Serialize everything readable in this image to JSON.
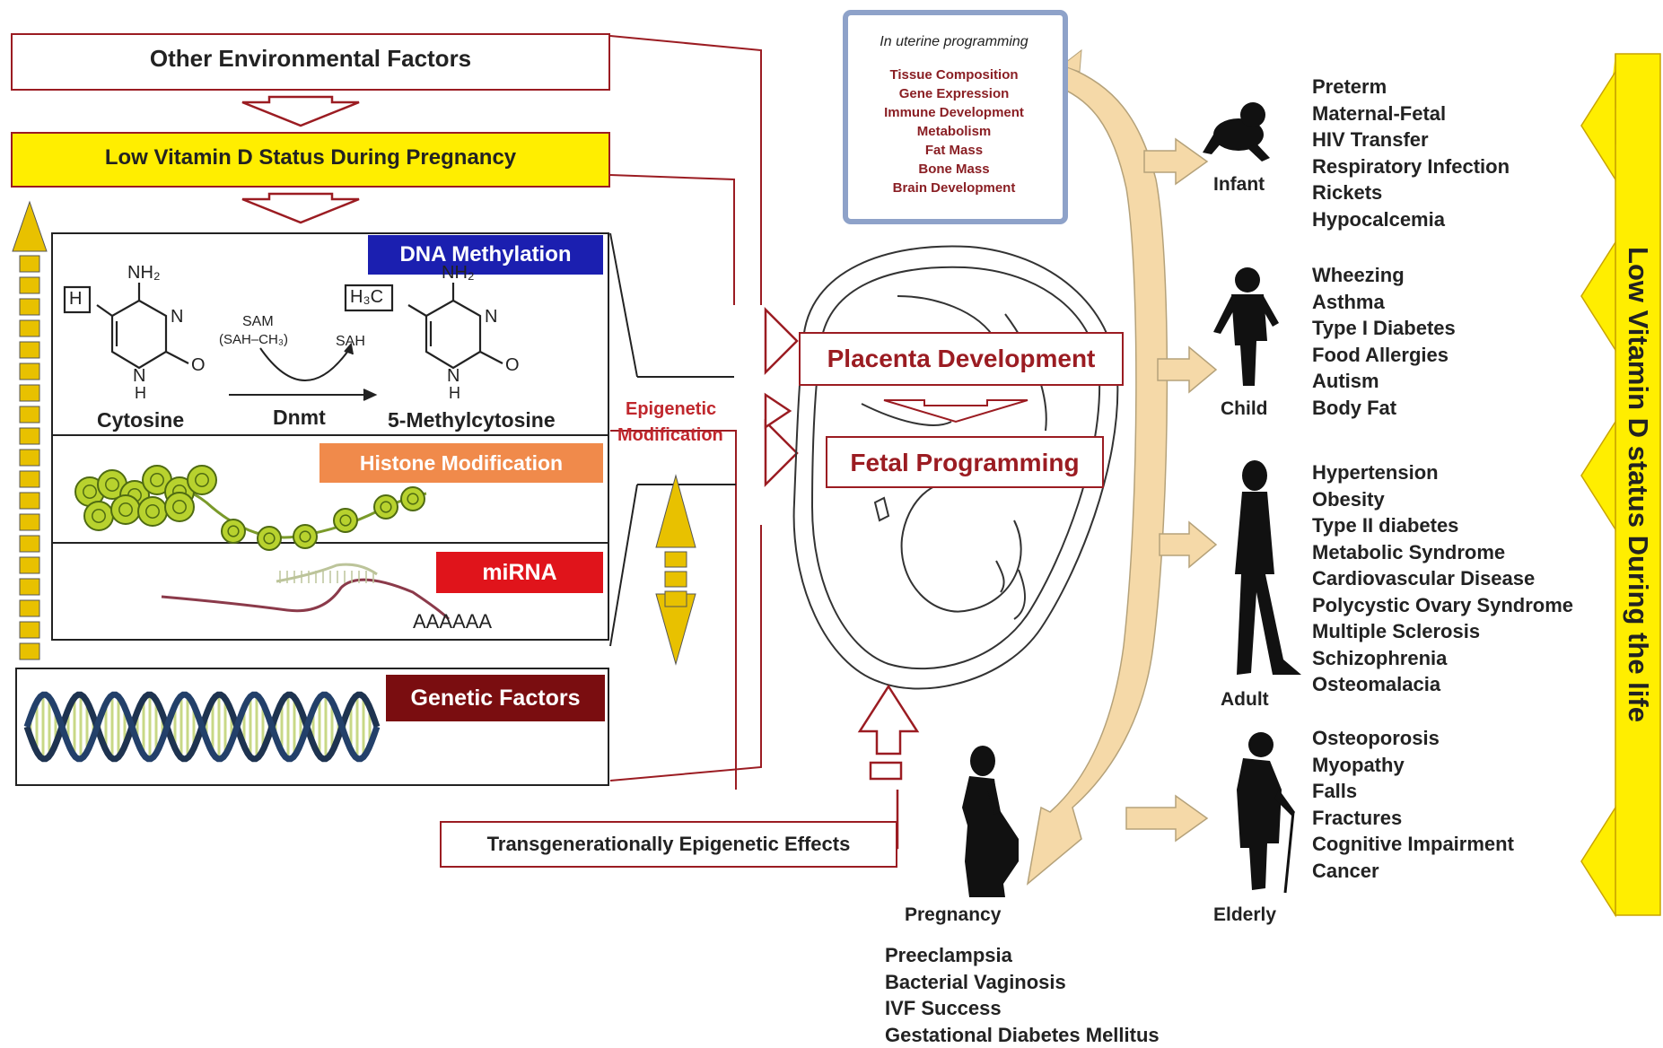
{
  "environment": {
    "other_factors": "Other Environmental Factors",
    "low_vitd": "Low Vitamin D Status During Pregnancy"
  },
  "epigenetics": {
    "dna_methylation": "DNA Methylation",
    "histone_modification": "Histone Modification",
    "mirna": "miRNA",
    "genetic_factors": "Genetic Factors",
    "epigenetic_modification": [
      "Epigenetic",
      "Modification"
    ],
    "transgenerational": "Transgenerationally Epigenetic Effects",
    "polya": "AAAAAA"
  },
  "chemistry": {
    "h_label": "H",
    "h3c_label": "H₃C",
    "nh2": "NH₂",
    "n": "N",
    "o": "O",
    "nh": "N",
    "h": "H",
    "sam": "SAM",
    "sah_ch3": "(SAH–CH₃)",
    "sah": "SAH",
    "cytosine": "Cytosine",
    "dnmt": "Dnmt",
    "methylcytosine": "5-Methylcytosine"
  },
  "in_utero": {
    "title": "In uterine programming",
    "items": [
      "Tissue Composition",
      "Gene Expression",
      "Immune Development",
      "Metabolism",
      "Fat Mass",
      "Bone Mass",
      "Brain Development"
    ]
  },
  "fetal": {
    "placenta": "Placenta Development",
    "programming": "Fetal Programming"
  },
  "life_stages": {
    "infant": {
      "label": "Infant",
      "outcomes": [
        "Preterm",
        "Maternal-Fetal",
        "HIV Transfer",
        "Respiratory Infection",
        "Rickets",
        "Hypocalcemia"
      ]
    },
    "child": {
      "label": "Child",
      "outcomes": [
        "Wheezing",
        "Asthma",
        "Type I Diabetes",
        "Food Allergies",
        "Autism",
        "Body Fat"
      ]
    },
    "adult": {
      "label": "Adult",
      "outcomes": [
        "Hypertension",
        "Obesity",
        "Type II diabetes",
        "Metabolic Syndrome",
        "Cardiovascular Disease",
        "Polycystic Ovary Syndrome",
        "Multiple Sclerosis",
        "Schizophrenia",
        "Osteomalacia"
      ]
    },
    "elderly": {
      "label": "Elderly",
      "outcomes": [
        "Osteoporosis",
        "Myopathy",
        "Falls",
        "Fractures",
        "Cognitive Impairment",
        "Cancer"
      ]
    },
    "pregnancy": {
      "label": "Pregnancy",
      "outcomes": [
        "Preeclampsia",
        "Bacterial Vaginosis",
        "IVF Success",
        "Gestational Diabetes Mellitus"
      ]
    }
  },
  "side_label": "Low Vitamin D status During the life",
  "colors": {
    "dark_red": "#9b1c22",
    "yellow": "#ffee00",
    "blue": "#1b1fb0",
    "orange": "#f08a4b",
    "red": "#e0141b",
    "maroon": "#7a0d10",
    "tan": "#f5d9a8",
    "frame_blue": "#8ea2c9"
  }
}
